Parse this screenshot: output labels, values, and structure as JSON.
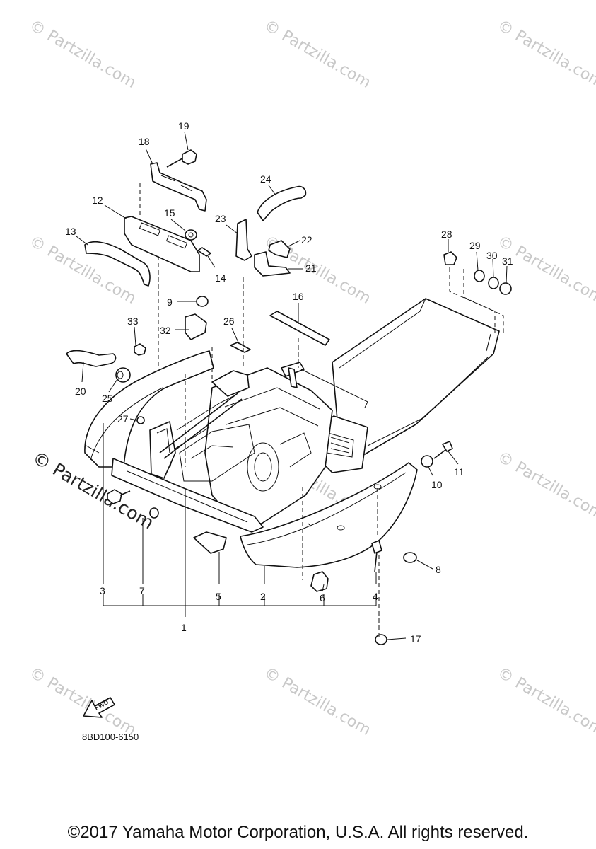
{
  "watermark": "© Partzilla.com",
  "diagram_code": "8BD100-6150",
  "fwd_label": "FWD",
  "copyright": "©2017 Yamaha Motor Corporation, U.S.A. All rights reserved.",
  "callouts": [
    "1",
    "2",
    "3",
    "4",
    "5",
    "6",
    "7",
    "8",
    "9",
    "10",
    "11",
    "12",
    "13",
    "14",
    "15",
    "16",
    "17",
    "18",
    "19",
    "20",
    "21",
    "22",
    "23",
    "24",
    "25",
    "26",
    "27",
    "28",
    "29",
    "30",
    "31",
    "32",
    "33"
  ]
}
